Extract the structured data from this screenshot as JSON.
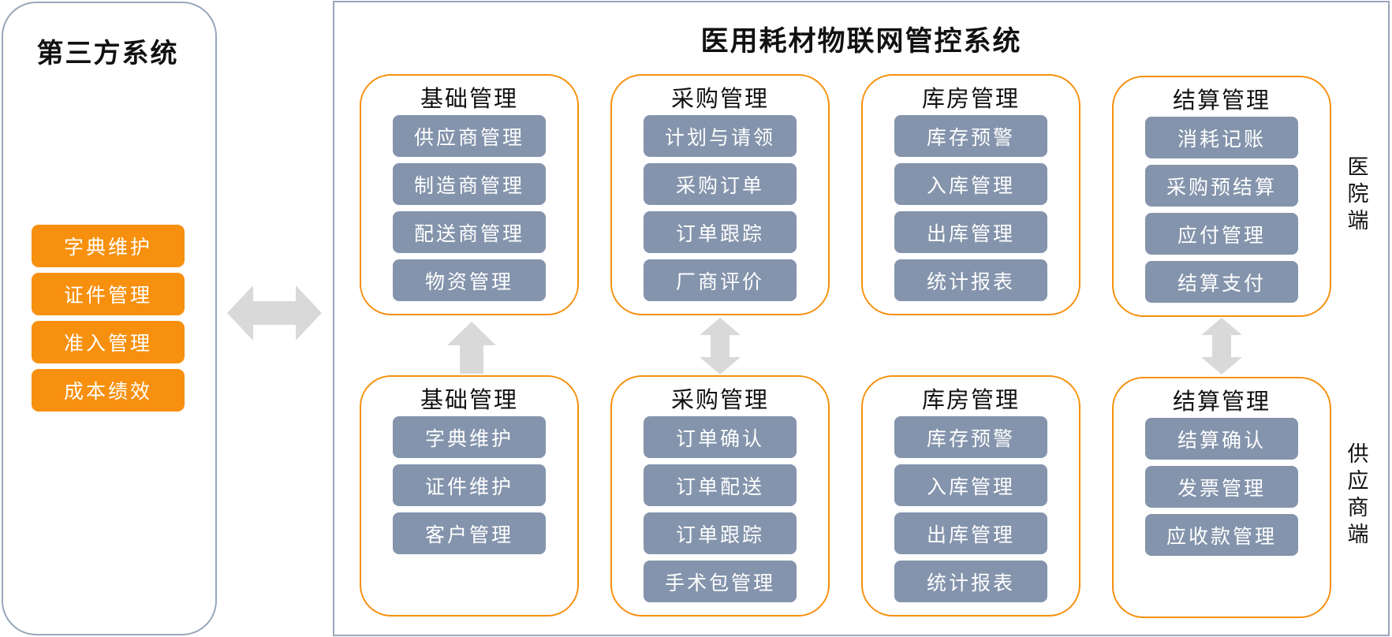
{
  "third_party": {
    "title": "第三方系统",
    "items": [
      "字典维护",
      "证件管理",
      "准入管理",
      "成本绩效"
    ]
  },
  "system": {
    "title": "医用耗材物联网管控系统",
    "hospital_label": "医院端",
    "supplier_label": "供应商端",
    "hospital_modules": [
      {
        "title": "基础管理",
        "items": [
          "供应商管理",
          "制造商管理",
          "配送商管理",
          "物资管理"
        ]
      },
      {
        "title": "采购管理",
        "items": [
          "计划与请领",
          "采购订单",
          "订单跟踪",
          "厂商评价"
        ]
      },
      {
        "title": "库房管理",
        "items": [
          "库存预警",
          "入库管理",
          "出库管理",
          "统计报表"
        ]
      },
      {
        "title": "结算管理",
        "items": [
          "消耗记账",
          "采购预结算",
          "应付管理",
          "结算支付"
        ]
      }
    ],
    "supplier_modules": [
      {
        "title": "基础管理",
        "items": [
          "字典维护",
          "证件维护",
          "客户管理"
        ]
      },
      {
        "title": "采购管理",
        "items": [
          "订单确认",
          "订单配送",
          "订单跟踪",
          "手术包管理"
        ]
      },
      {
        "title": "库房管理",
        "items": [
          "库存预警",
          "入库管理",
          "出库管理",
          "统计报表"
        ]
      },
      {
        "title": "结算管理",
        "items": [
          "结算确认",
          "发票管理",
          "应收款管理"
        ]
      }
    ]
  },
  "colors": {
    "orange": "#f7900e",
    "slate_item": "#8494ac",
    "border_gray": "#98a6ba",
    "arrow_gray": "#d9d9d9"
  }
}
